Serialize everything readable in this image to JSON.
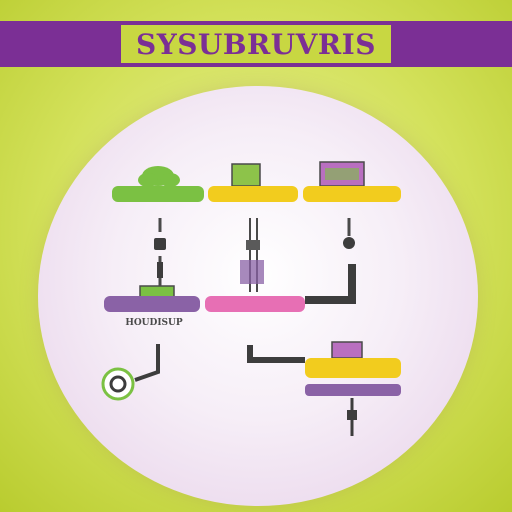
{
  "banner": {
    "title": "SYSUBRUVRIS"
  },
  "nodes": [
    {
      "id": "node-top-left",
      "bar_text": "",
      "caption": "",
      "color": "#7bc143",
      "icon_color": "#7bc143"
    },
    {
      "id": "node-top-middle",
      "bar_text": "",
      "caption": "",
      "color": "#f2cc1e",
      "icon_color": "#8dc34a"
    },
    {
      "id": "node-top-right",
      "bar_text": "",
      "caption": "",
      "color": "#f2cc1e",
      "icon_color": "#b96fc0"
    },
    {
      "id": "node-mid-left",
      "bar_text": "",
      "caption": "HOUDISUP",
      "color": "#8a62a6",
      "icon_color": "#5a8a3c"
    },
    {
      "id": "node-mid-middle",
      "bar_text": "",
      "caption": "",
      "color": "#e76fb4",
      "icon_color": "#7bc143"
    },
    {
      "id": "node-bottom-right",
      "bar_text": "",
      "caption": "",
      "color": "#f2cc1e",
      "icon_color": "#b96fc0"
    }
  ],
  "colors": {
    "banner": "#7b2f95",
    "banner_box": "#c8d742",
    "green": "#7bc143",
    "yellow": "#f2cc1e",
    "purple": "#8a62a6",
    "pink": "#e76fb4",
    "connector": "#4a4a4a"
  },
  "icons": [
    "cloud-icon",
    "server-icon",
    "device-icon",
    "plug-icon",
    "refresh-icon"
  ]
}
